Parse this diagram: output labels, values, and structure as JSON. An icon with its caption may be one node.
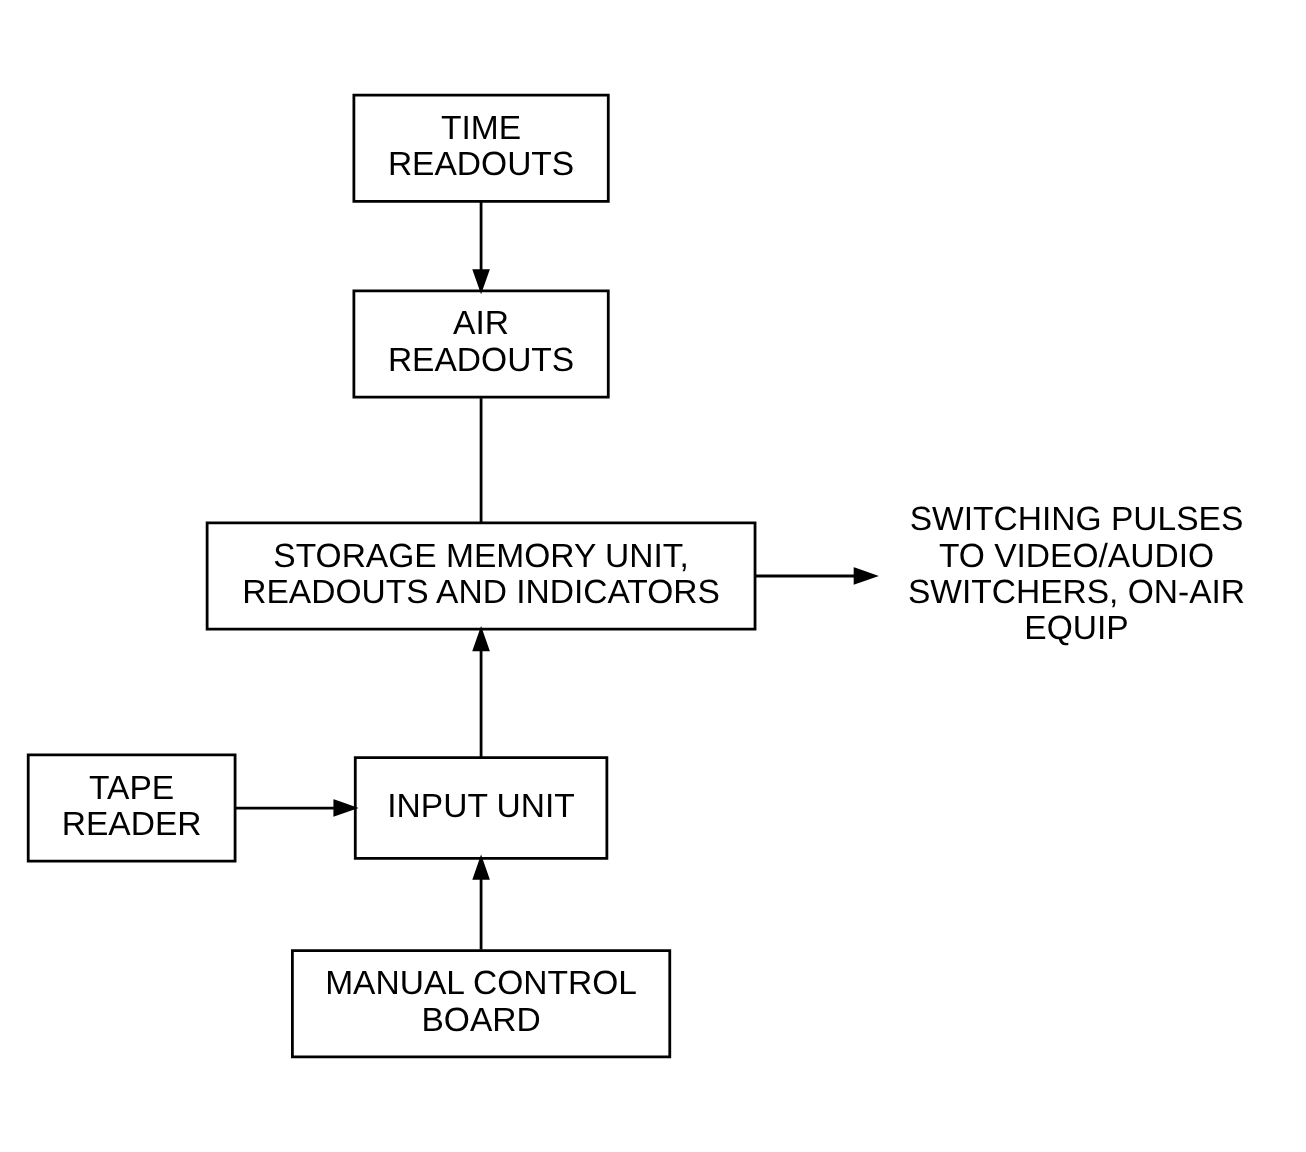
{
  "diagram": {
    "nodes": [
      {
        "text": [
          "TIME READOUTS"
        ]
      },
      {
        "text": [
          "AIR READOUTS"
        ]
      },
      {
        "text": [
          "STORAGE MEMORY UNIT, READOUTS AND INDICATORS"
        ]
      },
      {
        "text": [
          "SWITCHING PULSES TO VIDEO/AUDIO SWITCHERS, ON-AIR EQUIP"
        ]
      },
      {
        "text": [
          "TAPE READER"
        ]
      },
      {
        "text": [
          "INPUT UNIT"
        ]
      },
      {
        "text": [
          "MANUAL CONTROL BOARD"
        ]
      }
    ],
    "edges": [
      {
        "from": 0,
        "to": 1,
        "arrow": "to"
      },
      {
        "from": 1,
        "to": 2,
        "arrow": "none"
      },
      {
        "from": 2,
        "to": 3,
        "arrow": "to"
      },
      {
        "from": 5,
        "to": 2,
        "arrow": "to"
      },
      {
        "from": 4,
        "to": 5,
        "arrow": "to"
      },
      {
        "from": 6,
        "to": 5,
        "arrow": "to"
      }
    ]
  }
}
